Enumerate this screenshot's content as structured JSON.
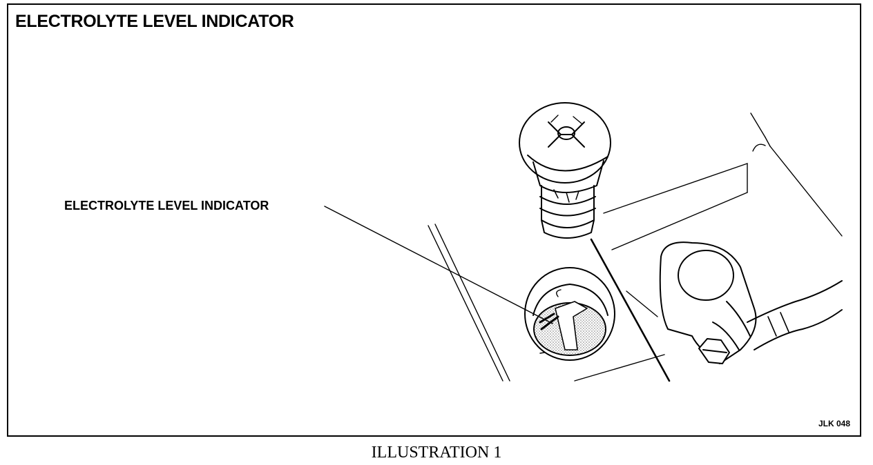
{
  "figure": {
    "title": "ELECTROLYTE LEVEL INDICATOR",
    "callout_label": "ELECTROLYTE LEVEL INDICATOR",
    "reference_code": "JLK 048",
    "caption": "ILLUSTRATION 1"
  }
}
